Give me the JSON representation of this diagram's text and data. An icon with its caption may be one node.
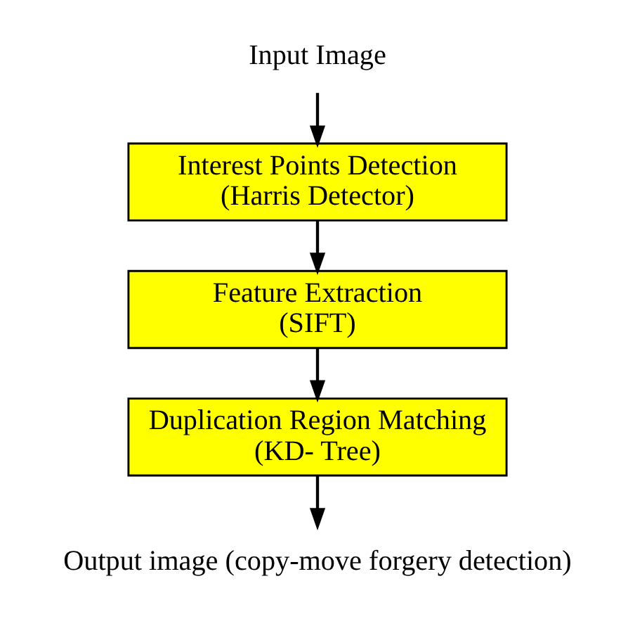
{
  "diagram": {
    "nodes": [
      {
        "text": [
          "Input Image"
        ]
      },
      {
        "text": [
          "Interest Points Detection",
          "(Harris Detector)"
        ]
      },
      {
        "text": [
          "Feature Extraction",
          "(SIFT)"
        ]
      },
      {
        "text": [
          "Duplication Region Matching",
          "(KD- Tree)"
        ]
      },
      {
        "text": [
          "Output image (copy-move forgery detection)"
        ]
      }
    ],
    "edges": [
      {
        "from": 0,
        "to": 1,
        "arrow": "to"
      },
      {
        "from": 1,
        "to": 2,
        "arrow": "to"
      },
      {
        "from": 2,
        "to": 3,
        "arrow": "to"
      },
      {
        "from": 3,
        "to": 4,
        "arrow": "to"
      }
    ]
  }
}
